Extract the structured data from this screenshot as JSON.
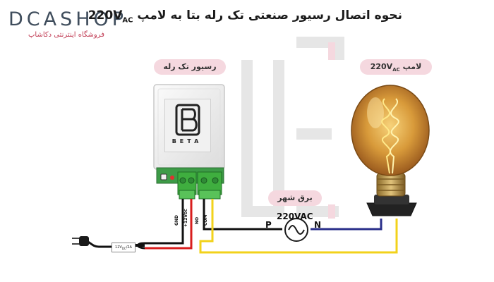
{
  "brand": {
    "name": "DCASHOP",
    "tagline": "فروشگاه اینترنتی دکاشاپ",
    "accent_color": "#c03a52",
    "dark_color": "#3f4d5c"
  },
  "title": {
    "text": "نحوه اتصال رسیور صنعتی تک رله بتا به لامپ",
    "voltage": "220V",
    "voltage_sub": "AC"
  },
  "labels": {
    "receiver": "رسیور تک رله",
    "lamp": "لامپ",
    "lamp_voltage": "220V",
    "lamp_voltage_sub": "AC",
    "mains": "برق شهر",
    "source_voltage": "220VAC",
    "phase": "P",
    "neutral": "N"
  },
  "receiver": {
    "brand_text": "BETA",
    "terminals": [
      "GND",
      "+12V",
      "NO",
      "COM"
    ],
    "terminal_sub": "DC"
  },
  "adapter": {
    "label": "12V",
    "label_sub": "DC",
    "label_rest": "/2A"
  },
  "colors": {
    "pill_bg": "#f5d8df",
    "wire_black": "#111111",
    "wire_red": "#d81e1e",
    "wire_yellow": "#f2d21b",
    "wire_blue": "#2a2f8a",
    "terminal_green": "#3fae3f"
  }
}
